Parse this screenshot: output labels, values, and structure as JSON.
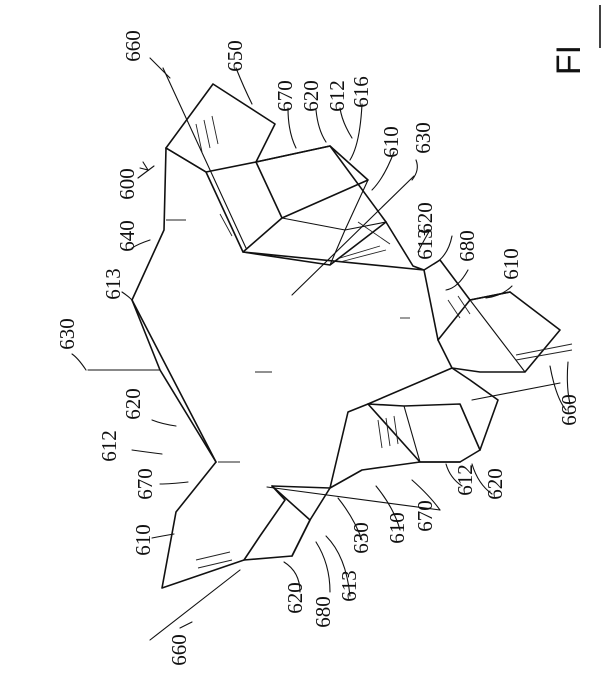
{
  "figure_title": "FI",
  "labels": {
    "l660a": "660",
    "l650": "650",
    "l670a": "670",
    "l620a": "620",
    "l612a": "612",
    "l616": "616",
    "l610a": "610",
    "l630a": "630",
    "l600": "600",
    "l640": "640",
    "l613a": "613",
    "l620b": "620",
    "l680a": "680",
    "l610b": "610",
    "l613b": "613",
    "l630b": "630",
    "l620c": "620",
    "l612b": "612",
    "l670b": "670",
    "l610c": "610",
    "l660b": "660",
    "l620d": "620",
    "l612c": "612",
    "l670c": "670",
    "l610d": "610",
    "l630c": "630",
    "l620e": "620",
    "l680b": "680",
    "l613c": "613",
    "l660c": "660"
  }
}
